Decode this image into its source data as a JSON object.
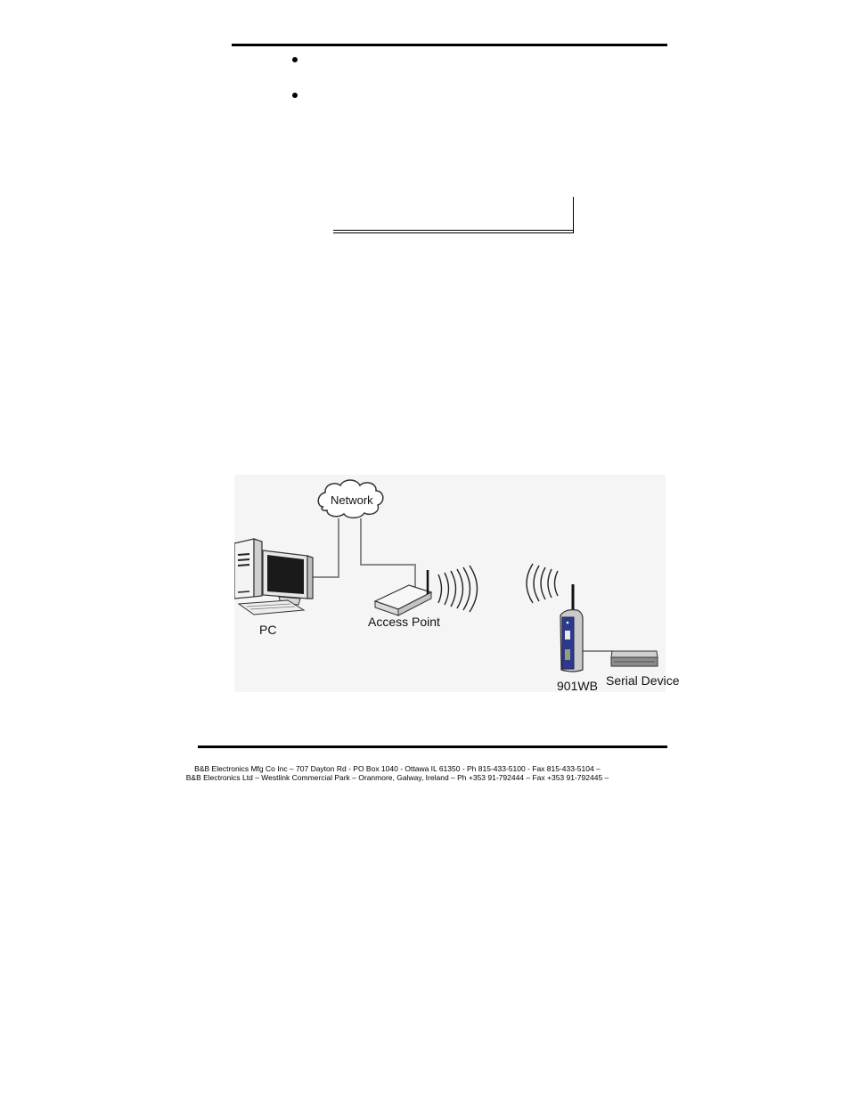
{
  "diagram": {
    "network_label": "Network",
    "pc_label": "PC",
    "access_point_label": "Access Point",
    "device_label": "901WB",
    "serial_device_label": "Serial Device"
  },
  "footer": {
    "line1": "B&B Electronics Mfg Co Inc – 707 Dayton Rd - PO Box 1040 - Ottawa IL 61350 - Ph 815-433-5100 - Fax 815-433-5104 –",
    "line2": "B&B Electronics Ltd – Westlink Commercial Park – Oranmore, Galway, Ireland – Ph +353 91-792444 – Fax +353 91-792445 –"
  }
}
